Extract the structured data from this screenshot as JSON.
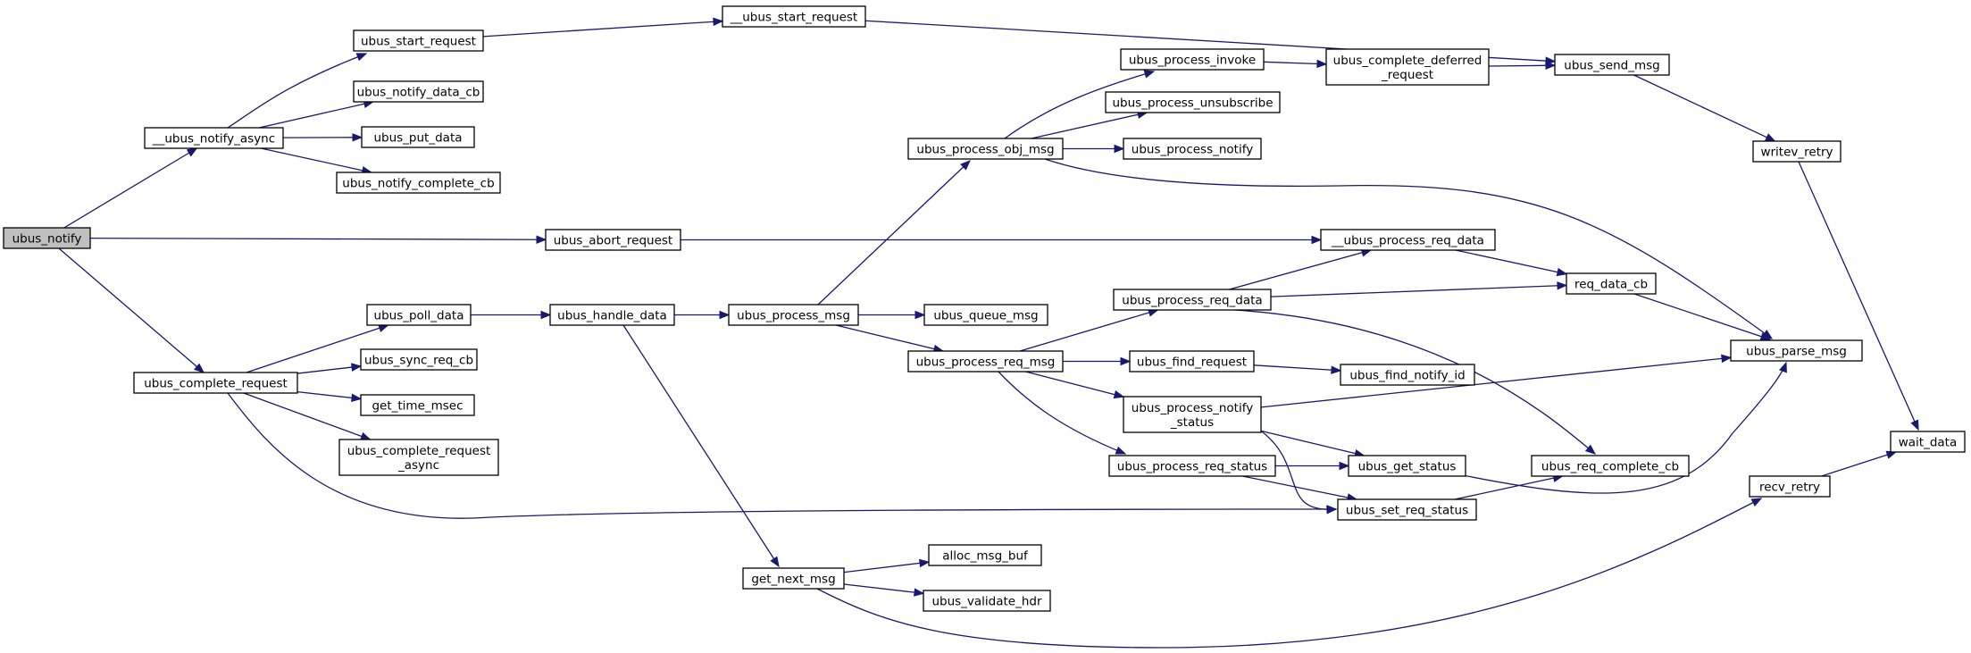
{
  "nodes": [
    {
      "id": "ubus_notify",
      "lines": [
        "ubus_notify"
      ],
      "root": true
    },
    {
      "id": "__ubus_notify_async",
      "lines": [
        "__ubus_notify_async"
      ]
    },
    {
      "id": "ubus_abort_request",
      "lines": [
        "ubus_abort_request"
      ]
    },
    {
      "id": "ubus_complete_request",
      "lines": [
        "ubus_complete_request"
      ]
    },
    {
      "id": "ubus_start_request",
      "lines": [
        "ubus_start_request"
      ]
    },
    {
      "id": "ubus_notify_data_cb",
      "lines": [
        "ubus_notify_data_cb"
      ]
    },
    {
      "id": "ubus_put_data",
      "lines": [
        "ubus_put_data"
      ]
    },
    {
      "id": "ubus_notify_complete_cb",
      "lines": [
        "ubus_notify_complete_cb"
      ]
    },
    {
      "id": "ubus_poll_data",
      "lines": [
        "ubus_poll_data"
      ]
    },
    {
      "id": "ubus_sync_req_cb",
      "lines": [
        "ubus_sync_req_cb"
      ]
    },
    {
      "id": "get_time_msec",
      "lines": [
        "get_time_msec"
      ]
    },
    {
      "id": "ubus_complete_request_async",
      "lines": [
        "ubus_complete_request",
        "_async"
      ]
    },
    {
      "id": "__ubus_start_request",
      "lines": [
        "__ubus_start_request"
      ]
    },
    {
      "id": "ubus_handle_data",
      "lines": [
        "ubus_handle_data"
      ]
    },
    {
      "id": "ubus_process_msg",
      "lines": [
        "ubus_process_msg"
      ]
    },
    {
      "id": "get_next_msg",
      "lines": [
        "get_next_msg"
      ]
    },
    {
      "id": "ubus_process_obj_msg",
      "lines": [
        "ubus_process_obj_msg"
      ]
    },
    {
      "id": "ubus_queue_msg",
      "lines": [
        "ubus_queue_msg"
      ]
    },
    {
      "id": "ubus_process_req_msg",
      "lines": [
        "ubus_process_req_msg"
      ]
    },
    {
      "id": "alloc_msg_buf",
      "lines": [
        "alloc_msg_buf"
      ]
    },
    {
      "id": "ubus_validate_hdr",
      "lines": [
        "ubus_validate_hdr"
      ]
    },
    {
      "id": "ubus_process_invoke",
      "lines": [
        "ubus_process_invoke"
      ]
    },
    {
      "id": "ubus_process_unsubscribe",
      "lines": [
        "ubus_process_unsubscribe"
      ]
    },
    {
      "id": "ubus_process_notify",
      "lines": [
        "ubus_process_notify"
      ]
    },
    {
      "id": "ubus_process_req_data",
      "lines": [
        "ubus_process_req_data"
      ]
    },
    {
      "id": "ubus_find_request",
      "lines": [
        "ubus_find_request"
      ]
    },
    {
      "id": "ubus_process_notify_status",
      "lines": [
        "ubus_process_notify",
        "_status"
      ]
    },
    {
      "id": "ubus_process_req_status",
      "lines": [
        "ubus_process_req_status"
      ]
    },
    {
      "id": "ubus_complete_deferred_request",
      "lines": [
        "ubus_complete_deferred",
        "_request"
      ]
    },
    {
      "id": "__ubus_process_req_data",
      "lines": [
        "__ubus_process_req_data"
      ]
    },
    {
      "id": "ubus_find_notify_id",
      "lines": [
        "ubus_find_notify_id"
      ]
    },
    {
      "id": "ubus_get_status",
      "lines": [
        "ubus_get_status"
      ]
    },
    {
      "id": "ubus_set_req_status",
      "lines": [
        "ubus_set_req_status"
      ]
    },
    {
      "id": "ubus_send_msg",
      "lines": [
        "ubus_send_msg"
      ]
    },
    {
      "id": "req_data_cb",
      "lines": [
        "req_data_cb"
      ]
    },
    {
      "id": "ubus_req_complete_cb",
      "lines": [
        "ubus_req_complete_cb"
      ]
    },
    {
      "id": "writev_retry",
      "lines": [
        "writev_retry"
      ]
    },
    {
      "id": "ubus_parse_msg",
      "lines": [
        "ubus_parse_msg"
      ]
    },
    {
      "id": "recv_retry",
      "lines": [
        "recv_retry"
      ]
    },
    {
      "id": "wait_data",
      "lines": [
        "wait_data"
      ]
    }
  ],
  "edges": [
    [
      "ubus_notify",
      "__ubus_notify_async"
    ],
    [
      "ubus_notify",
      "ubus_abort_request"
    ],
    [
      "ubus_notify",
      "ubus_complete_request"
    ],
    [
      "__ubus_notify_async",
      "ubus_start_request"
    ],
    [
      "__ubus_notify_async",
      "ubus_notify_data_cb"
    ],
    [
      "__ubus_notify_async",
      "ubus_put_data"
    ],
    [
      "__ubus_notify_async",
      "ubus_notify_complete_cb"
    ],
    [
      "ubus_start_request",
      "__ubus_start_request"
    ],
    [
      "__ubus_start_request",
      "ubus_send_msg"
    ],
    [
      "ubus_abort_request",
      "__ubus_process_req_data"
    ],
    [
      "ubus_complete_request",
      "ubus_poll_data"
    ],
    [
      "ubus_complete_request",
      "ubus_sync_req_cb"
    ],
    [
      "ubus_complete_request",
      "get_time_msec"
    ],
    [
      "ubus_complete_request",
      "ubus_complete_request_async"
    ],
    [
      "ubus_complete_request",
      "ubus_set_req_status"
    ],
    [
      "ubus_poll_data",
      "ubus_handle_data"
    ],
    [
      "ubus_handle_data",
      "ubus_process_msg"
    ],
    [
      "ubus_handle_data",
      "get_next_msg"
    ],
    [
      "ubus_process_msg",
      "ubus_process_obj_msg"
    ],
    [
      "ubus_process_msg",
      "ubus_queue_msg"
    ],
    [
      "ubus_process_msg",
      "ubus_process_req_msg"
    ],
    [
      "get_next_msg",
      "alloc_msg_buf"
    ],
    [
      "get_next_msg",
      "ubus_validate_hdr"
    ],
    [
      "get_next_msg",
      "recv_retry"
    ],
    [
      "ubus_process_obj_msg",
      "ubus_process_invoke"
    ],
    [
      "ubus_process_obj_msg",
      "ubus_process_unsubscribe"
    ],
    [
      "ubus_process_obj_msg",
      "ubus_process_notify"
    ],
    [
      "ubus_process_obj_msg",
      "ubus_parse_msg"
    ],
    [
      "ubus_process_invoke",
      "ubus_complete_deferred_request"
    ],
    [
      "ubus_complete_deferred_request",
      "ubus_send_msg"
    ],
    [
      "ubus_send_msg",
      "writev_retry"
    ],
    [
      "writev_retry",
      "wait_data"
    ],
    [
      "ubus_process_req_msg",
      "ubus_process_req_data"
    ],
    [
      "ubus_process_req_msg",
      "ubus_find_request"
    ],
    [
      "ubus_process_req_msg",
      "ubus_process_notify_status"
    ],
    [
      "ubus_process_req_msg",
      "ubus_process_req_status"
    ],
    [
      "ubus_process_req_data",
      "__ubus_process_req_data"
    ],
    [
      "ubus_process_req_data",
      "req_data_cb"
    ],
    [
      "ubus_process_req_data",
      "ubus_req_complete_cb"
    ],
    [
      "__ubus_process_req_data",
      "req_data_cb"
    ],
    [
      "req_data_cb",
      "ubus_parse_msg"
    ],
    [
      "ubus_find_request",
      "ubus_find_notify_id"
    ],
    [
      "ubus_process_notify_status",
      "ubus_parse_msg"
    ],
    [
      "ubus_process_notify_status",
      "ubus_get_status"
    ],
    [
      "ubus_process_notify_status",
      "ubus_set_req_status"
    ],
    [
      "ubus_process_req_status",
      "ubus_get_status"
    ],
    [
      "ubus_process_req_status",
      "ubus_set_req_status"
    ],
    [
      "ubus_get_status",
      "ubus_parse_msg"
    ],
    [
      "ubus_set_req_status",
      "ubus_req_complete_cb"
    ],
    [
      "recv_retry",
      "wait_data"
    ]
  ]
}
